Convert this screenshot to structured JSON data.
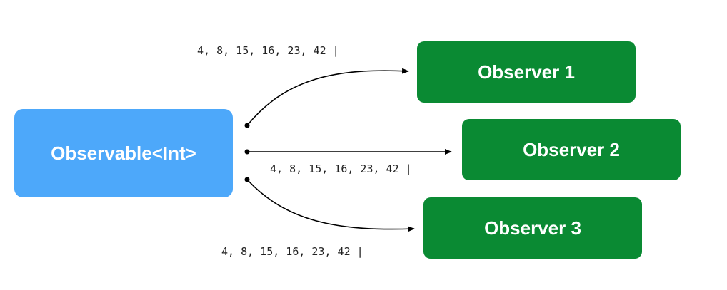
{
  "colors": {
    "observable_fill": "#4da8fa",
    "observer_fill": "#0a8a33",
    "arrow": "#000000",
    "text_on_box": "#ffffff"
  },
  "observable": {
    "label": "Observable<Int>"
  },
  "observers": [
    {
      "label": "Observer 1",
      "stream": "4, 8, 15, 16, 23, 42 |"
    },
    {
      "label": "Observer 2",
      "stream": "4, 8, 15, 16, 23, 42 |"
    },
    {
      "label": "Observer 3",
      "stream": "4, 8, 15, 16, 23, 42 |"
    }
  ]
}
